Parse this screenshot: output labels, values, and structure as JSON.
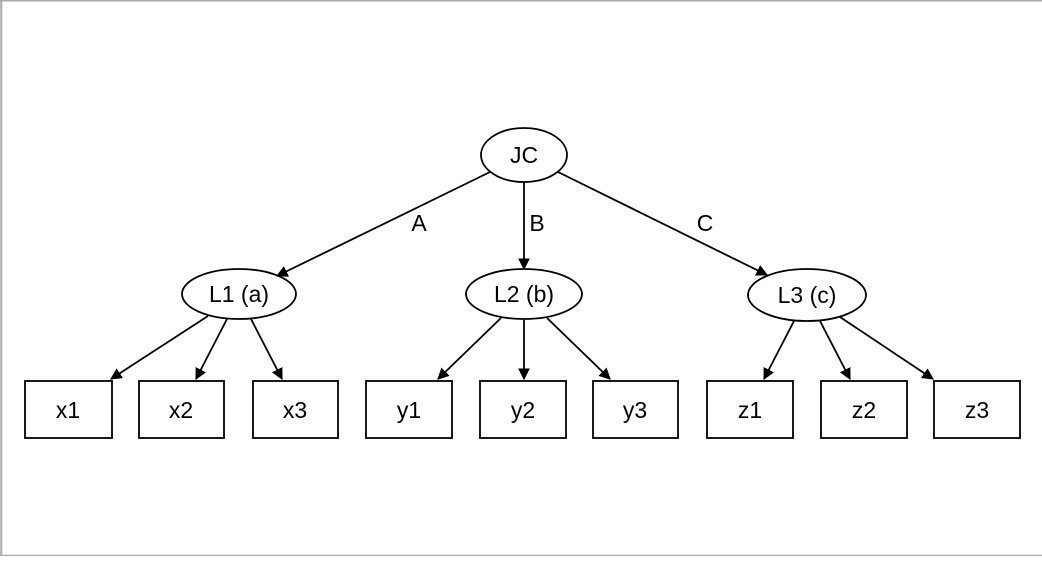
{
  "diagram": {
    "title": "latent variable path diagram",
    "colors": {
      "background": "#ffffff",
      "node_stroke": "#000000",
      "edge": "#000000",
      "text": "#000000",
      "frame": "#a9a9a9"
    },
    "root_node": {
      "label": "JC"
    },
    "edge_labels": [
      {
        "label": "A"
      },
      {
        "label": "B"
      },
      {
        "label": "C"
      }
    ],
    "latent_nodes": [
      {
        "label": "L1 (a)"
      },
      {
        "label": "L2 (b)"
      },
      {
        "label": "L3 (c)"
      }
    ],
    "observed_nodes": [
      {
        "label": "x1"
      },
      {
        "label": "x2"
      },
      {
        "label": "x3"
      },
      {
        "label": "y1"
      },
      {
        "label": "y2"
      },
      {
        "label": "y3"
      },
      {
        "label": "z1"
      },
      {
        "label": "z2"
      },
      {
        "label": "z3"
      }
    ]
  }
}
